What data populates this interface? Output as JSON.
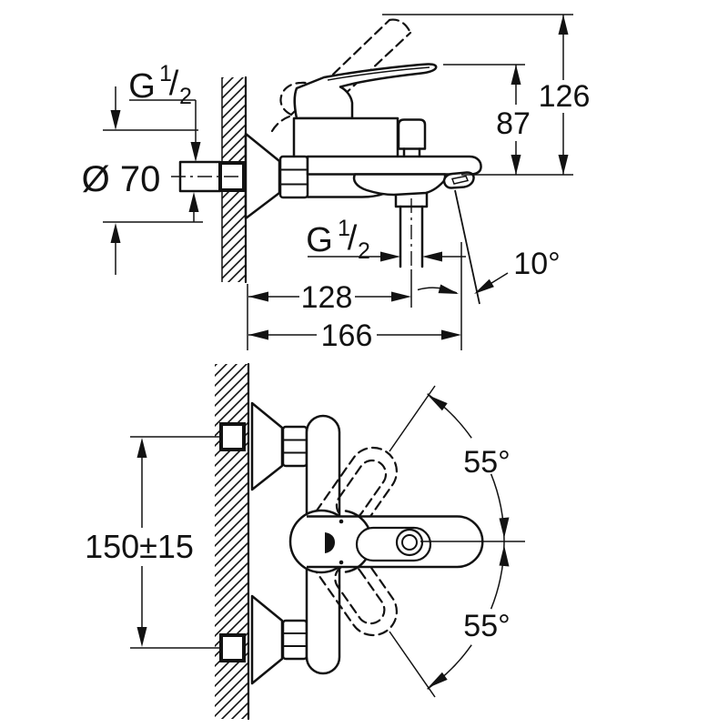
{
  "drawing": {
    "side_view": {
      "wall_thread": {
        "g": "G",
        "num": "1",
        "slash": "/",
        "den": "2"
      },
      "escutcheon_diameter_label": "Ø 70",
      "spout_height_label": "87",
      "raised_lever_height_label": "126",
      "shower_thread": {
        "g": "G",
        "num": "1",
        "slash": "/",
        "den": "2"
      },
      "spout_angle_label": "10°",
      "wall_to_shower_outlet_label": "128",
      "wall_to_spout_tip_label": "166"
    },
    "plan_view": {
      "supply_spacing_label": "150±15",
      "lever_swing_upper_label": "55°",
      "lever_swing_lower_label": "55°"
    },
    "colors": {
      "line": "#121212",
      "background": "#ffffff"
    }
  }
}
